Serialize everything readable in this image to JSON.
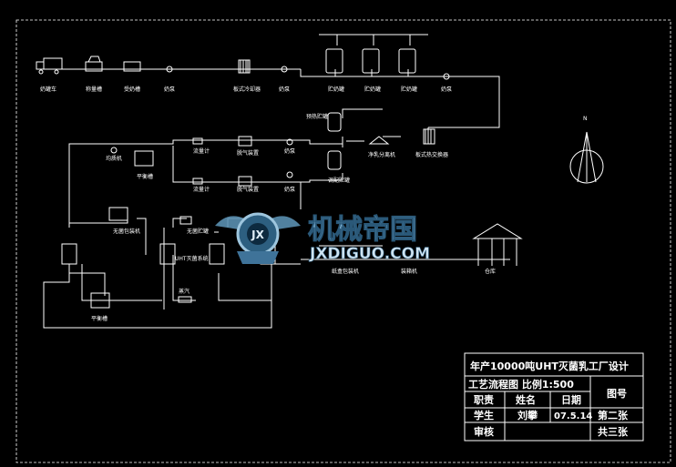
{
  "drawing": {
    "labels": {
      "tanker": "奶罐车",
      "weigh": "称量槽",
      "receive": "受奶槽",
      "pump1": "奶泵",
      "plate_cooler": "板式冷却器",
      "pump2": "奶泵",
      "storage1": "贮奶罐",
      "storage2": "贮奶罐",
      "storage3": "贮奶罐",
      "pump3": "奶泵",
      "preheat_tank": "预热贮罐",
      "separator": "净乳分离机",
      "plate_heater": "板式热交换器",
      "flow1": "流量计",
      "deaerator1": "脱气装置",
      "pump4": "奶泵",
      "flow2": "流量计",
      "deaerator2": "脱气装置",
      "pump5": "奶泵",
      "mixing": "调配贮罐",
      "homogenizer": "均质机",
      "balance": "平衡槽",
      "sterile_pack": "无菌包装机",
      "uht": "UHT灭菌系统",
      "aseptic": "无菌贮罐",
      "steam": "蒸汽",
      "balance2": "平衡槽",
      "packing": "纸盒包装机",
      "boxing": "装箱机",
      "warehouse": "仓库"
    },
    "north": "N"
  },
  "watermark": {
    "cn": "机械帝国",
    "en": "JXDIGUO.COM",
    "badge": "JX"
  },
  "title_block": {
    "project": "年产10000吨UHT灭菌乳工厂设计",
    "drawing": "工艺流程图 比例1:500",
    "h_role": "职责",
    "h_name": "姓名",
    "h_date": "日期",
    "h_no": "图号",
    "student": "学生",
    "student_name": "刘攀",
    "date": "07.5.14",
    "sheet": "第二张",
    "review": "审核",
    "total": "共三张"
  }
}
